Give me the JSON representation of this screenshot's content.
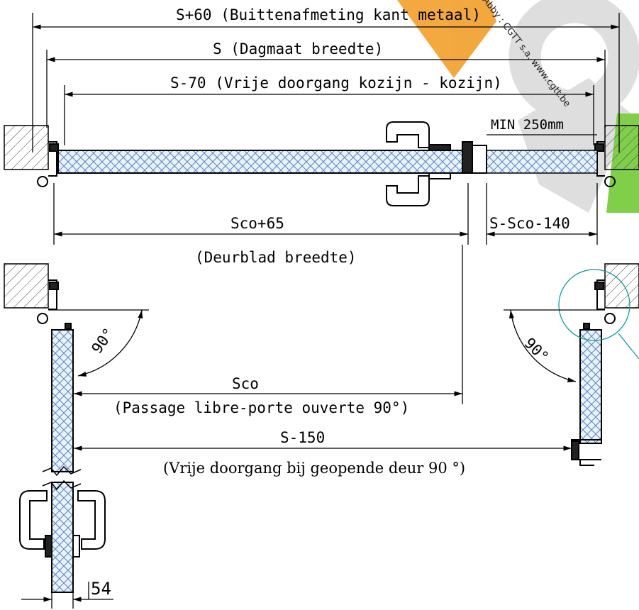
{
  "labels": {
    "outer": "S+60 (Buittenafmeting kant metaal)",
    "daylight": "S (Dagmaat breedte)",
    "clear_frame": "S-70 (Vrije doorgang kozijn - kozijn)",
    "min": "MIN 250mm",
    "leaf_dim": "Sco+65",
    "leaf_caption": "(Deurblad breedte)",
    "fixed_dim": "S-Sco-140",
    "angle_left": "90°",
    "angle_right": "90°",
    "sco": "Sco",
    "sco_caption": "(Passage libre-porte ouverte 90°)",
    "s150": "S-150",
    "s150_caption": "(Vrije doorgang bij geopende deur 90 °)",
    "thickness": "54"
  },
  "watermark": "Abby : CGTT s.a. www.cgtt.be",
  "colors": {
    "line": "#000000",
    "panel_fill": "#e9f3fb",
    "hatch": "#5b82c4",
    "wall_hatch": "#444444",
    "detail_circle": "#1a9a9a",
    "logo_orange": "#f29a1e",
    "logo_green": "#6cc62c",
    "logo_gray": "#d9d9d9"
  }
}
